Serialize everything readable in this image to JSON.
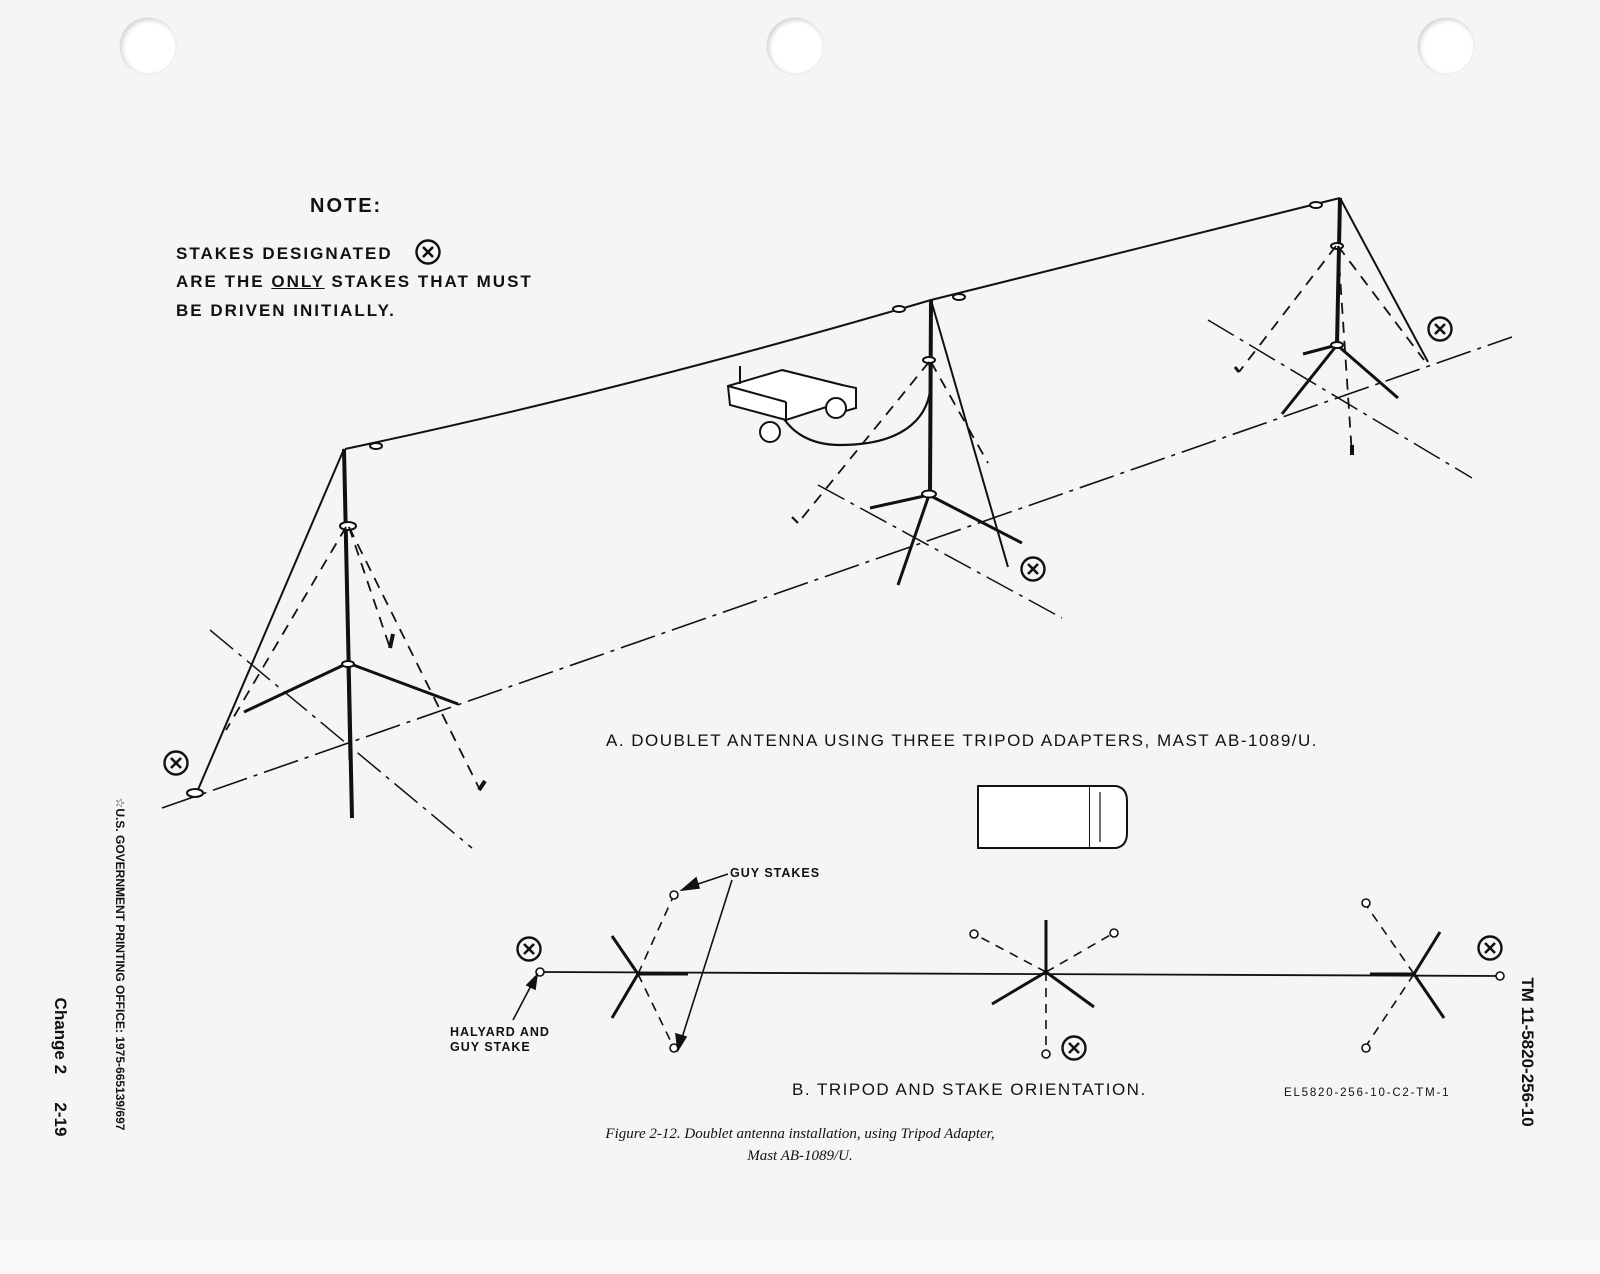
{
  "note": {
    "title": "NOTE:",
    "line1": "STAKES DESIGNATED",
    "line2_pre": "ARE THE ",
    "line2_emph": "ONLY",
    "line2_post": " STAKES THAT MUST",
    "line3": "BE DRIVEN INITIALLY."
  },
  "stake_mark": "x",
  "caption_a": "A. DOUBLET ANTENNA USING THREE TRIPOD ADAPTERS, MAST AB-1089/U.",
  "caption_b": "B. TRIPOD AND STAKE ORIENTATION.",
  "callouts": {
    "guy_stakes": "GUY STAKES",
    "halyard_1": "HALYARD AND",
    "halyard_2": "GUY STAKE"
  },
  "drawing_code": "EL5820-256-10-C2-TM-1",
  "figure_caption": {
    "line1": "Figure 2-12. Doublet antenna installation, using Tripod Adapter,",
    "line2": "Mast AB-1089/U."
  },
  "margin": {
    "gpo": "☆U.S. GOVERNMENT PRINTING OFFICE: 1975-665139/697",
    "change": "Change 2",
    "page": "2-19",
    "tm": "TM 11-5820-256-10"
  }
}
